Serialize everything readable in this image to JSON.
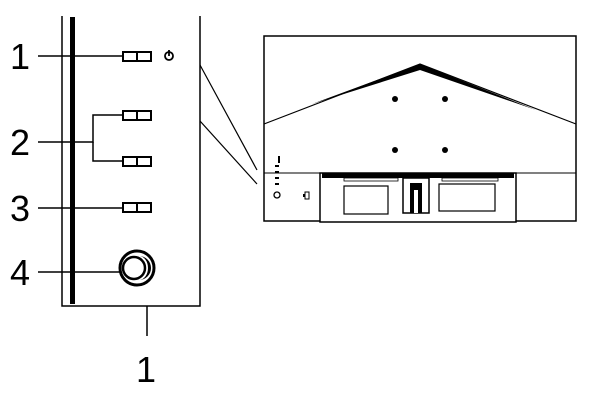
{
  "callouts": [
    {
      "label": "1",
      "target": "power-button"
    },
    {
      "label": "2",
      "target": "menu-button-pair"
    },
    {
      "label": "3",
      "target": "input-button"
    },
    {
      "label": "4",
      "target": "joystick"
    },
    {
      "label": "1",
      "target": "panel-edge"
    }
  ],
  "colors": {
    "line": "#000000",
    "background": "#ffffff"
  }
}
